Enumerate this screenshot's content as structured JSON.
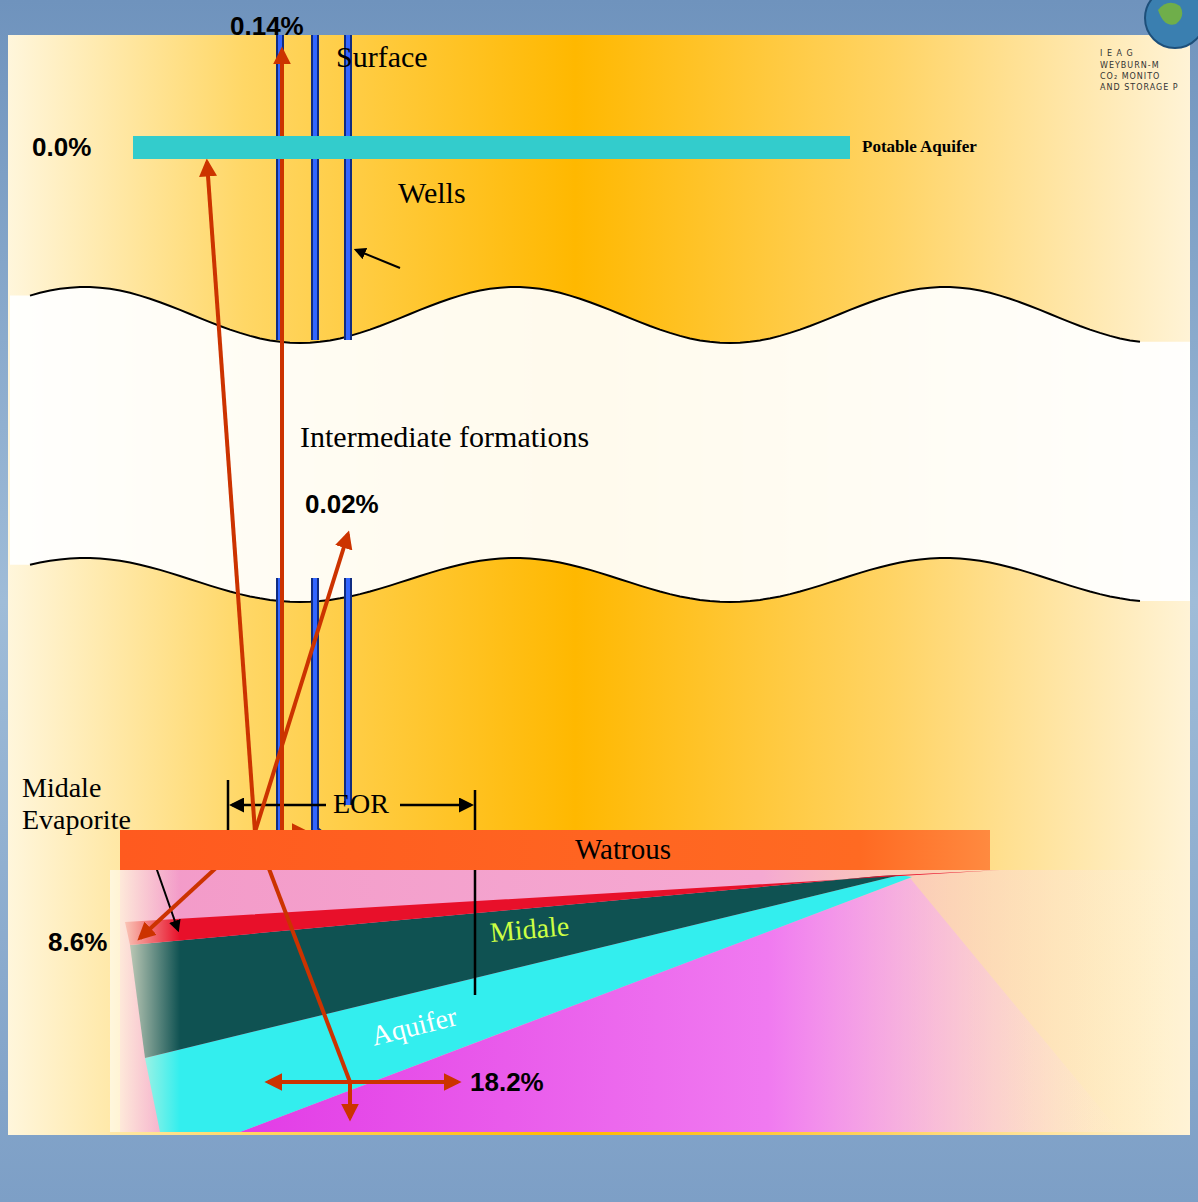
{
  "diagram": {
    "nodes": [
      {
        "text": [
          "Potable Aquifer"
        ]
      },
      {
        "text": [
          "Watrous"
        ]
      }
    ],
    "labels": [
      "0.14%",
      "Surface",
      "0.0%",
      "Wells",
      "Intermediate formations",
      "0.02%",
      "EOR",
      "Midale Evaporite",
      "Midale",
      "Aquifer",
      "8.6%",
      "18.2%",
      "I E A G",
      "WEYBURN-M",
      "CO₂ MONITO",
      "AND STORAGE P"
    ]
  }
}
